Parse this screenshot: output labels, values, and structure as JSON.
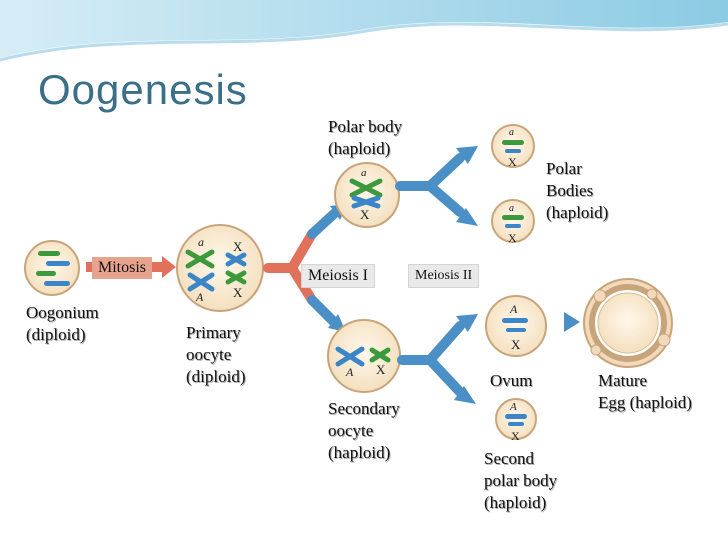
{
  "title": "Oogenesis",
  "labels": {
    "oogonium": "Oogonium\n(diploid)",
    "mitosis": "Mitosis",
    "primary_oocyte": "Primary\noocyte\n(diploid)",
    "meiosis1": "Meiosis I",
    "meiosis2": "Meiosis II",
    "polar_body": "Polar body\n(haploid)",
    "secondary_oocyte": "Secondary\noocyte\n(haploid)",
    "polar_bodies": "Polar\nBodies\n(haploid)",
    "ovum": "Ovum",
    "mature_egg": "Mature\nEgg (haploid)",
    "second_polar_body": "Second\npolar body\n(haploid)"
  },
  "alleles": {
    "a": "a",
    "A": "A",
    "X": "X"
  },
  "colors": {
    "header_wave": "#a9d6ea",
    "title": "#3a6f87",
    "cell_fill": "#f6e4c7",
    "cell_border": "#c8a47a",
    "chromosome_blue": "#3a86c8",
    "chromosome_green": "#3c9a3c",
    "arrow_blue": "#4a8fc6",
    "arrow_red": "#e2715c",
    "mitosis_box": "#e8a38f",
    "meiosis_box": "#e9e9e9"
  }
}
